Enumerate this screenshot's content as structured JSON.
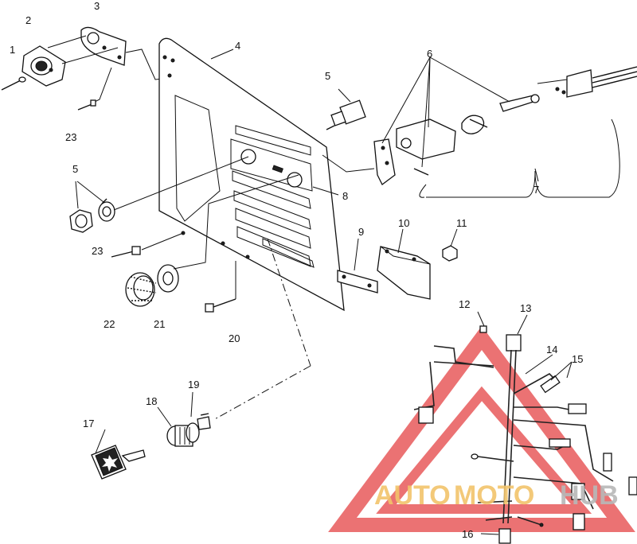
{
  "callouts": {
    "c1": "1",
    "c2": "2",
    "c3": "3",
    "c4": "4",
    "c5a": "5",
    "c5b": "5",
    "c6": "6",
    "c7": "7",
    "c8": "8",
    "c9": "9",
    "c10": "10",
    "c11": "11",
    "c12": "12",
    "c13": "13",
    "c14": "14",
    "c15": "15",
    "c16": "16",
    "c17": "17",
    "c18": "18",
    "c19": "19",
    "c20": "20",
    "c21": "21",
    "c22": "22",
    "c23a": "23",
    "c23b": "23"
  },
  "watermark": {
    "part1": "AUTO",
    "part2": "MOTO",
    "part3": "HUB",
    "colors": {
      "triangle": "#e8595a",
      "gold": "#f2c46b",
      "grey": "#b8b8b8"
    }
  }
}
